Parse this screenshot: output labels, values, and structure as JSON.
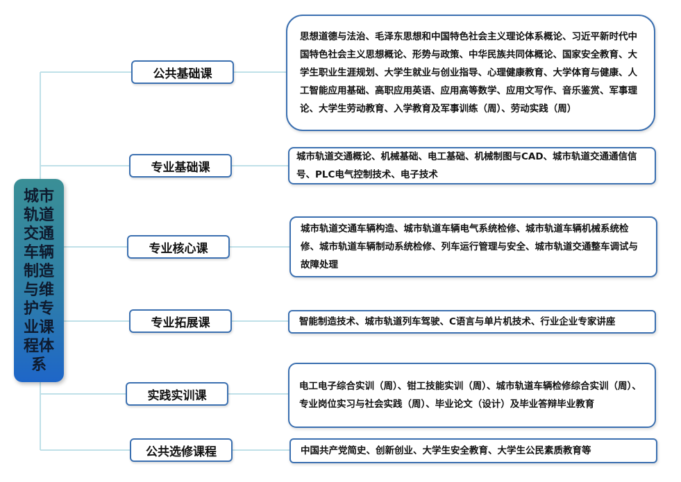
{
  "root": {
    "label": "城市轨道交通车辆制造与维护专业课程体系"
  },
  "branches": [
    {
      "category": "公共基础课",
      "content": "思想道德与法治、毛泽东思想和中国特色社会主义理论体系概论、习近平新时代中国特色社会主义思想概论、形势与政策、中华民族共同体概论、国家安全教育、大学生职业生涯规划、大学生就业与创业指导、心理健康教育、大学体育与健康、人工智能应用基础、高职应用英语、应用高等数学、应用文写作、音乐鉴赏、军事理论、大学生劳动教育、入学教育及军事训练（周）、劳动实践（周）"
    },
    {
      "category": "专业基础课",
      "content": "城市轨道交通概论、机械基础、电工基础、机械制图与CAD、城市轨道交通通信信号、PLC电气控制技术、电子技术"
    },
    {
      "category": "专业核心课",
      "content": "城市轨道交通车辆构造、城市轨道车辆电气系统检修、城市轨道车辆机械系统检修、城市轨道车辆制动系统检修、列车运行管理与安全、城市轨道交通整车调试与故障处理"
    },
    {
      "category": "专业拓展课",
      "content": "智能制造技术、城市轨道列车驾驶、C语言与单片机技术、行业企业专家讲座"
    },
    {
      "category": "实践实训课",
      "content": "电工电子综合实训（周）、钳工技能实训（周）、城市轨道车辆检修综合实训（周）、专业岗位实习与社会实践（周）、毕业论文（设计）及毕业答辩毕业教育"
    },
    {
      "category": "公共选修课程",
      "content": "中国共产党简史、创新创业、大学生安全教育、大学生公民素质教育等"
    }
  ],
  "colors": {
    "line": "#bfe0e8",
    "border": "#3a6fb0",
    "root_top": "#3a8f96",
    "root_bottom": "#1e66c8"
  }
}
